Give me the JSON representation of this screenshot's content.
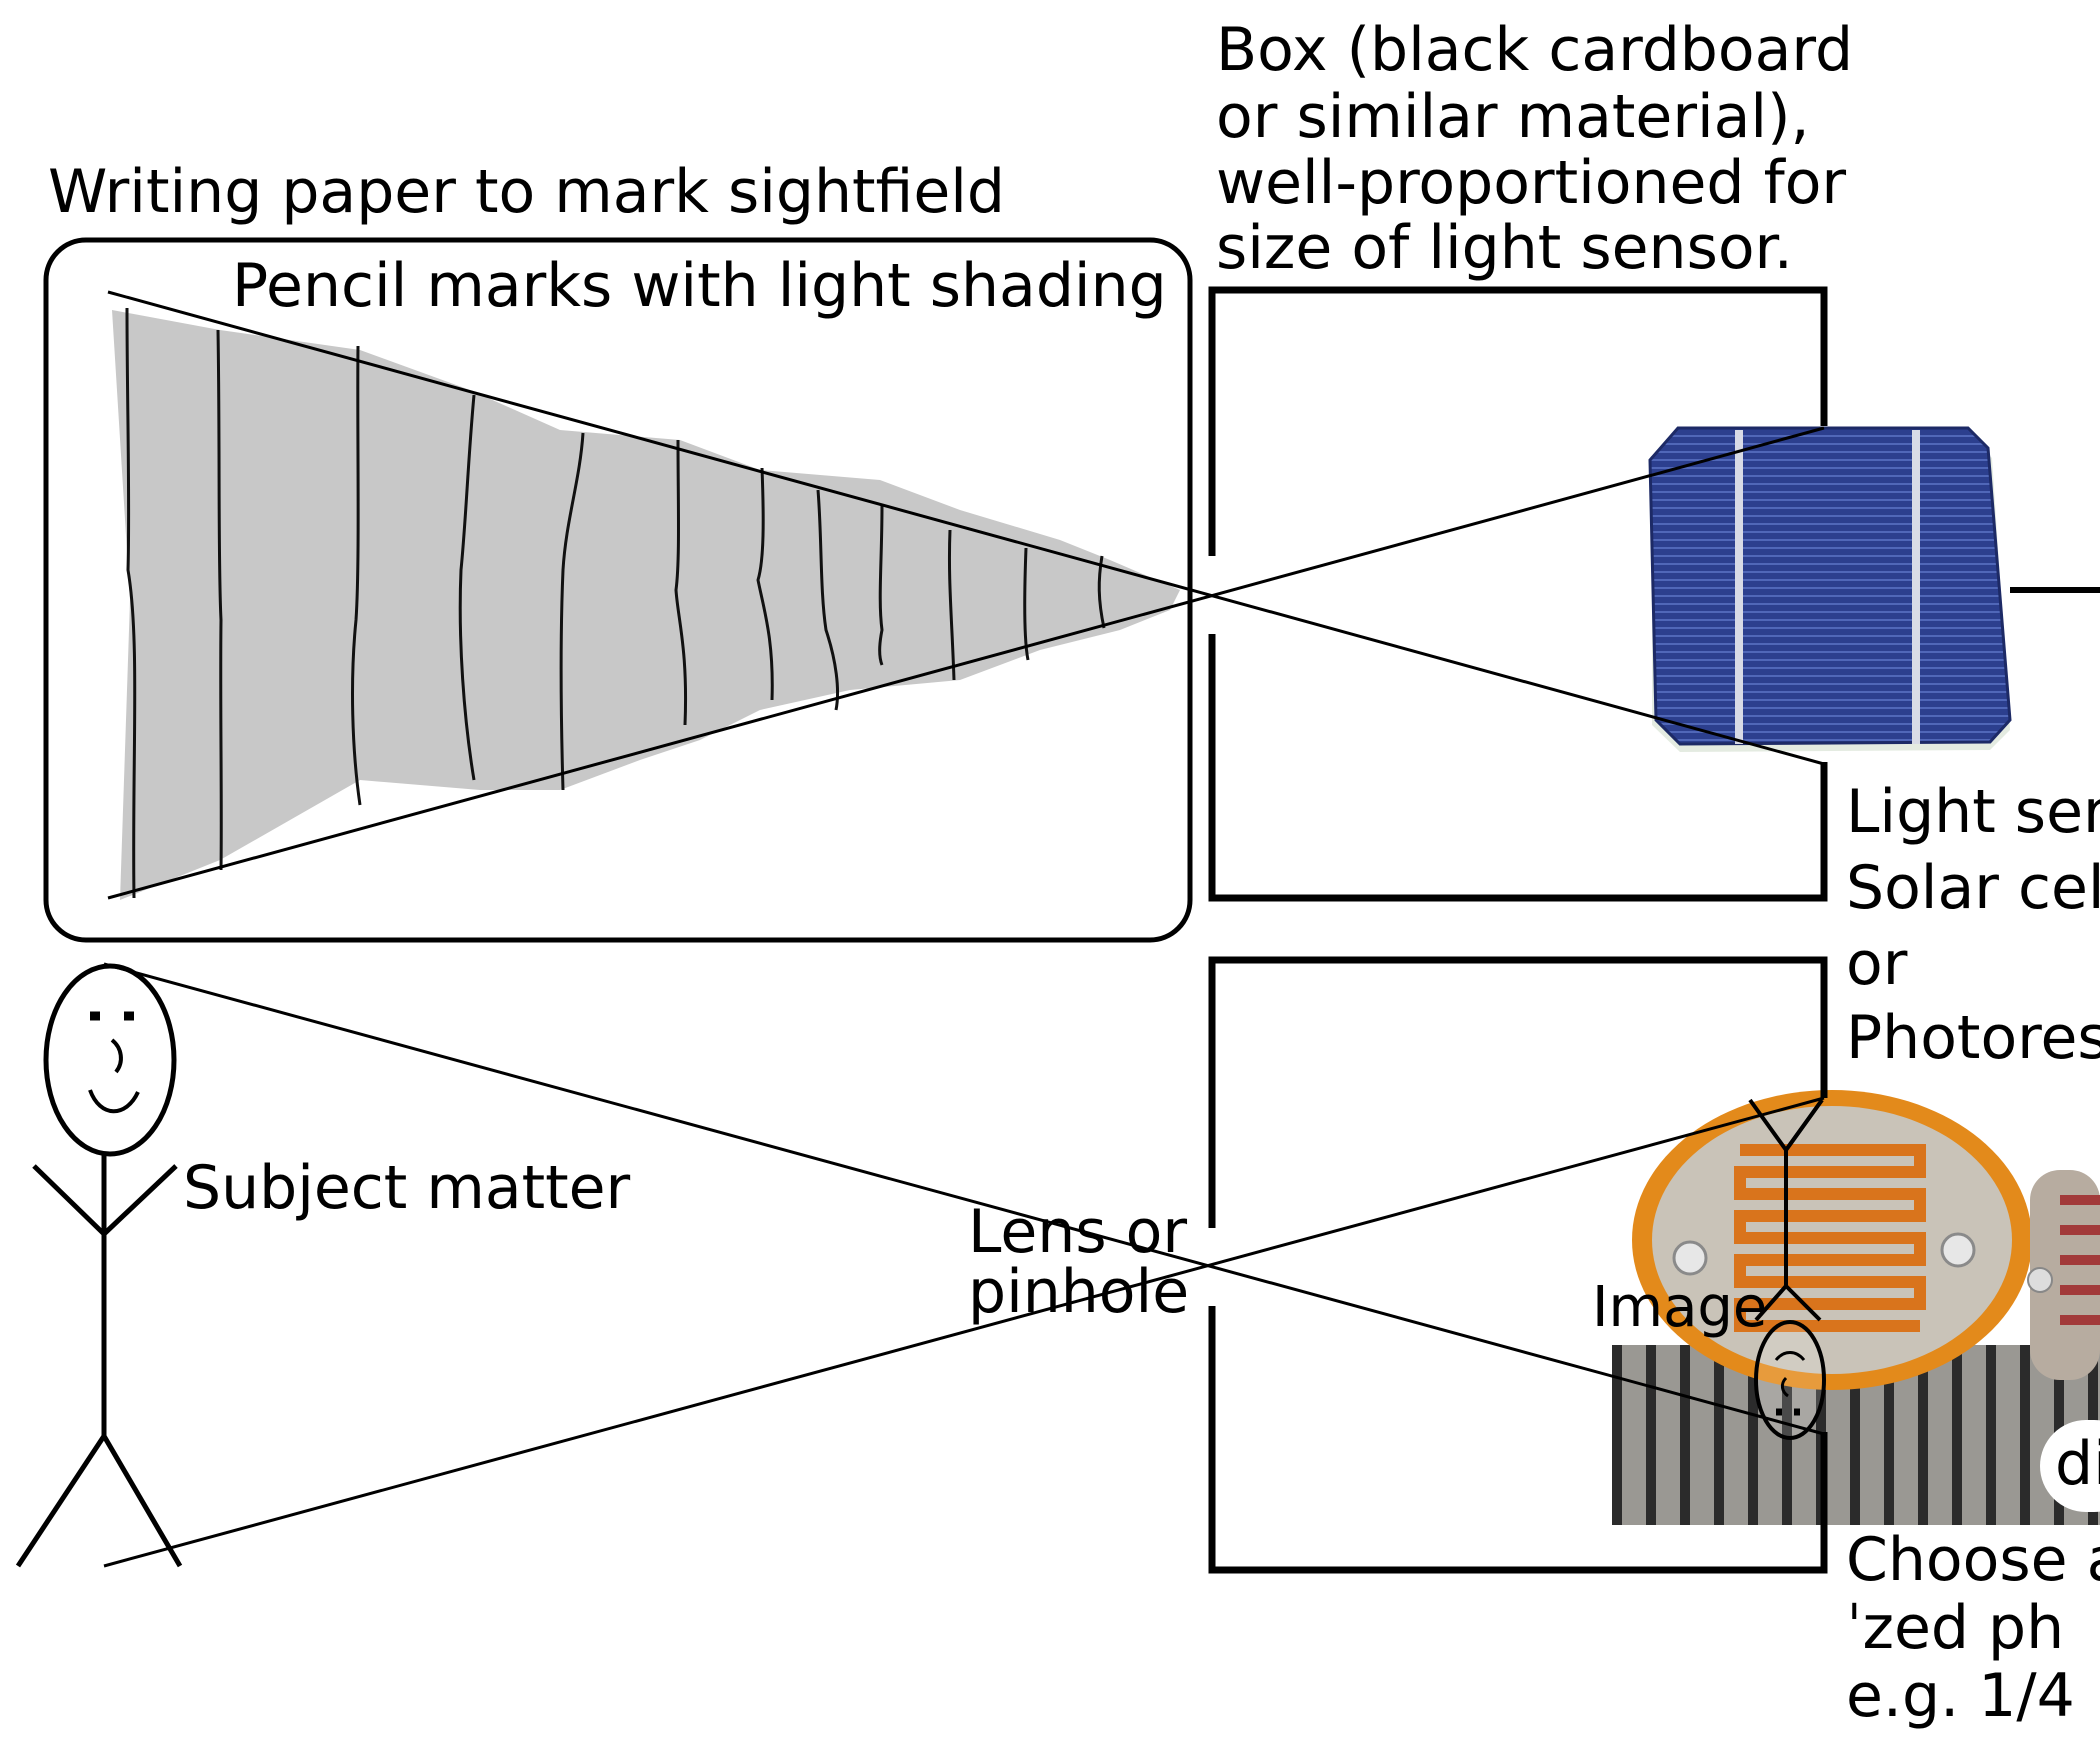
{
  "labels": {
    "paper": "Writing paper to mark sightfield",
    "pencil": "Pencil marks with light shading",
    "box": [
      "Box (black cardboard",
      "or similar material),",
      "well-proportioned for",
      "size of light sensor."
    ],
    "subject": "Subject matter",
    "lens": [
      "Lens or",
      "pinhole"
    ],
    "image": "Image",
    "sensor": [
      "Light ser",
      "Solar cel",
      "or",
      "Photores"
    ],
    "choose": [
      "Choose a",
      "ˈzed ph",
      "e.g. 1/4"
    ],
    "badge": "di"
  },
  "colors": {
    "shading": "#c8c8c8",
    "solar_cell": "#2c3f8e",
    "solar_cell_dark": "#1d2a66",
    "photoresistor_ring": "#e38a1b",
    "photoresistor_body": "#c9c3b8",
    "photoresistor_track": "#d9741c",
    "board": "#8c8a86"
  },
  "icons": [
    "stick-figure-icon",
    "solar-cell-icon",
    "photoresistor-icon"
  ]
}
